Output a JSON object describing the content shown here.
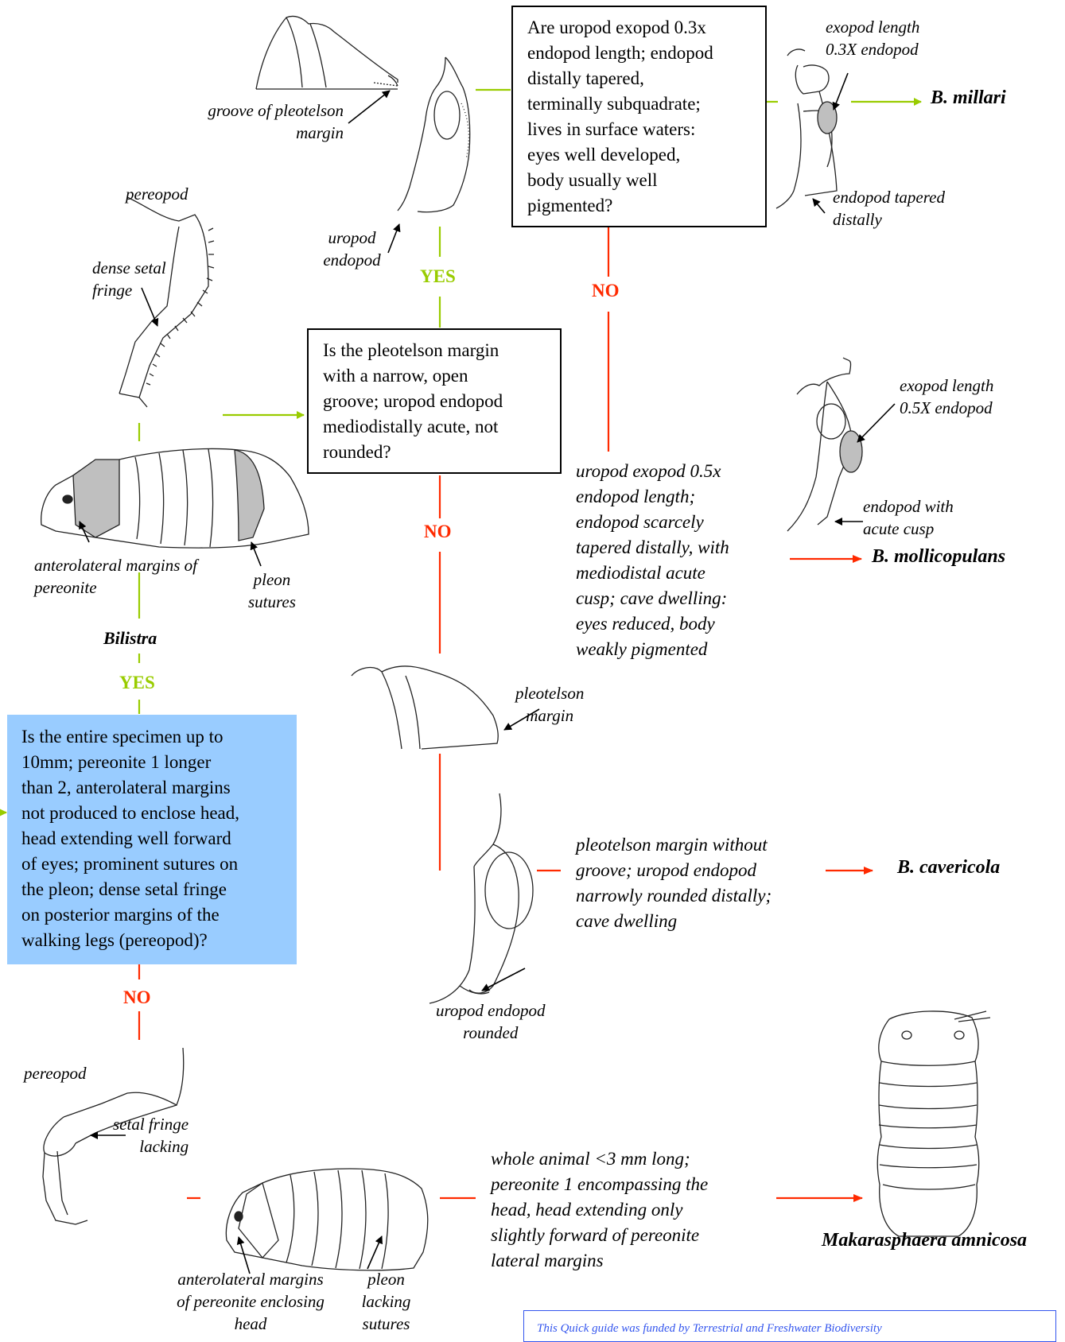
{
  "questions": {
    "q_millari": "Are uropod exopod 0.3x\nendopod length; endopod\ndistally tapered,\nterminally subquadrate;\nlives in surface waters:\neyes well developed,\nbody usually well\npigmented?",
    "q_groove": "Is the pleotelson margin\nwith a narrow, open\ngroove; uropod endopod\nmediodistally acute, not\nrounded?",
    "q_bilistra": "Is the entire specimen  up to\n10mm; pereonite 1 longer\nthan 2, anterolateral margins\nnot produced to enclose head,\nhead extending well forward\nof eyes; prominent sutures on\nthe pleon; dense setal fringe\non posterior margins of the\nwalking legs (pereopod)?"
  },
  "answers": {
    "yes_top": "YES",
    "yes_left": "YES",
    "no_right": "NO",
    "no_mid": "NO",
    "no_left": "NO"
  },
  "descriptions": {
    "mollicopulans": "uropod exopod 0.5x\nendopod length;\nendopod scarcely\ntapered distally, with\nmediodistal acute\ncusp; cave dwelling:\neyes reduced, body\nweakly pigmented",
    "cavericola": "pleotelson margin without\ngroove; uropod endopod\nnarrowly rounded distally;\ncave dwelling",
    "makarasphaera": "whole animal <3 mm long;\npereonite 1 encompassing the\nhead, head extending only\nslightly forward of pereonite\nlateral margins"
  },
  "captions": {
    "groove": "groove of pleotelson\nmargin",
    "uropod_endopod": "uropod\nendopod",
    "pereopod_top": "pereopod",
    "dense_setal": "dense setal\nfringe",
    "anterolateral": "anterolateral margins of\npereonite",
    "pleon_sutures": "pleon\nsutures",
    "exopod_03": "exopod length\n0.3X endopod",
    "endopod_tapered": "endopod tapered\ndistally",
    "exopod_05": "exopod length\n0.5X endopod",
    "endopod_acute": "endopod with\nacute cusp",
    "pleotelson_margin": "pleotelson\nmargin",
    "uropod_rounded": "uropod endopod\nrounded",
    "pereopod_bottom": "pereopod",
    "setal_lacking": "setal fringe\nlacking",
    "anterolateral_enclosing": "anterolateral margins\nof pereonite enclosing\nhead",
    "pleon_lacking": "pleon\nlacking\nsutures"
  },
  "species": {
    "millari": "B. millari",
    "mollicopulans": "B. mollicopulans",
    "cavericola": "B. cavericola",
    "makarasphaera": "Makarasphaera amnicosa",
    "bilistra": "Bilistra"
  },
  "footer": "This Quick guide was funded by Terrestrial and Freshwater Biodiversity",
  "colors": {
    "yes": "#99cc00",
    "no": "#ff2a00",
    "question_fill": "#99ccff",
    "shade": "#bfbfbf",
    "footer": "#3355ee"
  }
}
